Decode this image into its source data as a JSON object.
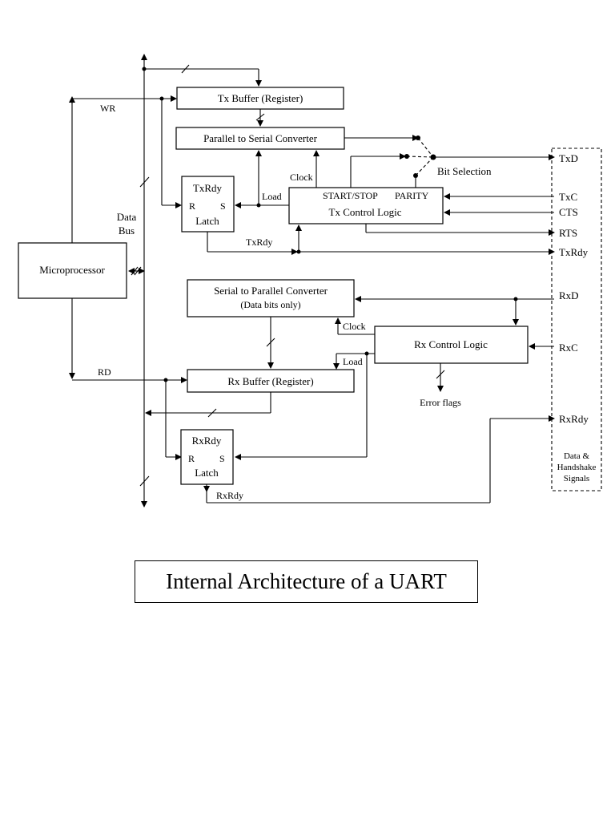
{
  "caption": "Internal Architecture of a UART",
  "blocks": {
    "tx_buffer": "Tx Buffer (Register)",
    "p2s": "Parallel to Serial Converter",
    "txrdy_latch": {
      "top": "TxRdy",
      "r": "R",
      "s": "S",
      "bottom": "Latch"
    },
    "tx_control": {
      "line1_left": "START/STOP",
      "line1_right": "PARITY",
      "line2": "Tx Control Logic"
    },
    "microprocessor": "Microprocessor",
    "s2p": {
      "line1": "Serial to Parallel Converter",
      "line2": "(Data bits only)"
    },
    "rx_control": "Rx Control Logic",
    "rx_buffer": "Rx Buffer (Register)",
    "rxrdy_latch": {
      "top": "RxRdy",
      "r": "R",
      "s": "S",
      "bottom": "Latch"
    }
  },
  "labels": {
    "wr": "WR",
    "rd": "RD",
    "data_bus_1": "Data",
    "data_bus_2": "Bus",
    "clock_tx": "Clock",
    "load_tx": "Load",
    "txrdy_wire": "TxRdy",
    "bit_selection": "Bit Selection",
    "clock_rx": "Clock",
    "load_rx": "Load",
    "error_flags": "Error flags",
    "rxrdy_wire": "RxRdy"
  },
  "signals": {
    "txd": "TxD",
    "txc": "TxC",
    "cts": "CTS",
    "rts": "RTS",
    "txrdy": "TxRdy",
    "rxd": "RxD",
    "rxc": "RxC",
    "rxrdy": "RxRdy"
  },
  "handshake_box": {
    "line1": "Data &",
    "line2": "Handshake",
    "line3": "Signals"
  }
}
